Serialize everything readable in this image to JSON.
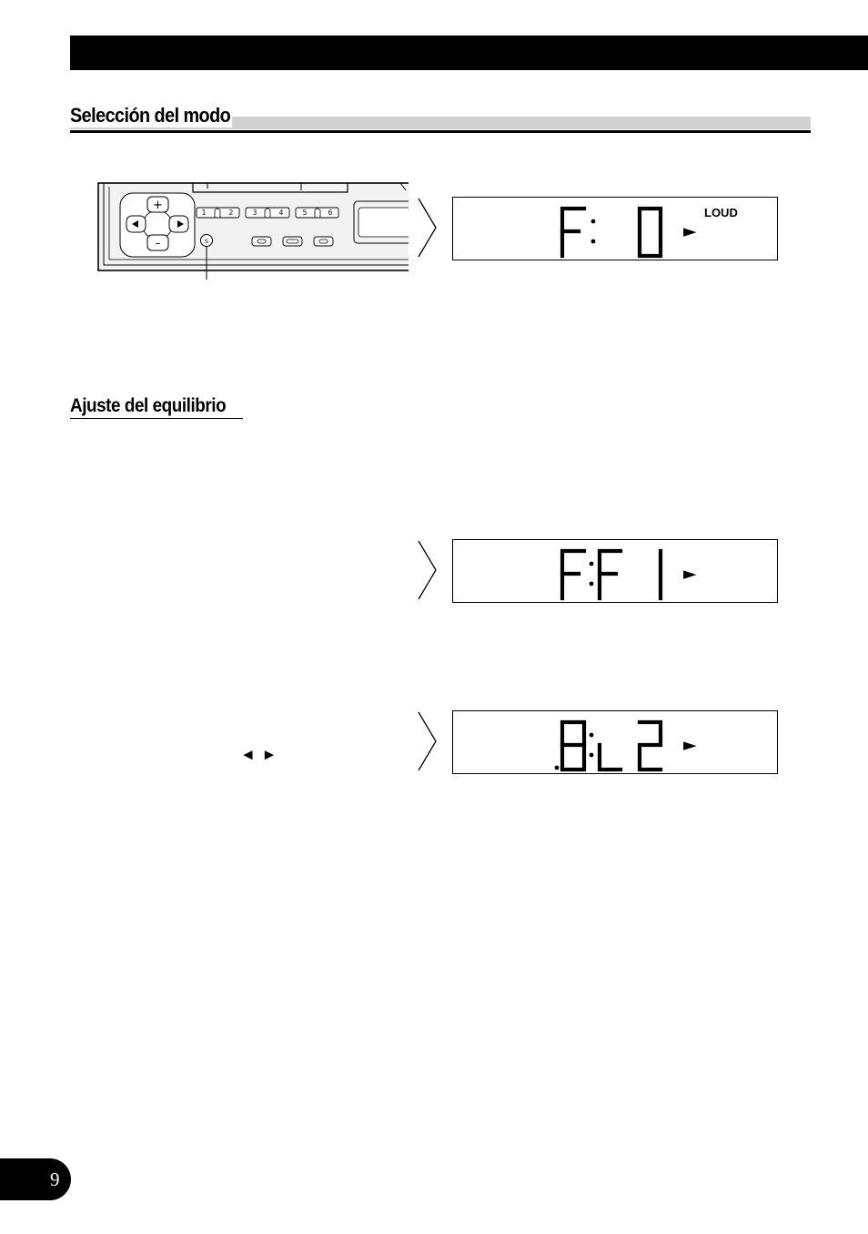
{
  "header": {
    "bar_color": "#000000"
  },
  "sections": {
    "mode_selection": {
      "title": "Selección del modo"
    },
    "balance": {
      "title": "Ajuste del equilibrio"
    }
  },
  "head_unit": {
    "icons": [
      "plus-icon",
      "minus-icon",
      "left-arrow-icon",
      "right-arrow-icon"
    ],
    "preset_labels": [
      "1",
      "2",
      "3",
      "4",
      "5",
      "6"
    ],
    "s_button_label": "S"
  },
  "displays": [
    {
      "segments": "F: 0",
      "indicator": "LOUD",
      "arrow": "►"
    },
    {
      "segments": "F:F 1",
      "indicator": "",
      "arrow": "►"
    },
    {
      "segments": "B:L 2",
      "indicator": "",
      "arrow": "►"
    }
  ],
  "body": {
    "arrow_keys": "◄ ►"
  },
  "footer": {
    "page_number": "9"
  }
}
